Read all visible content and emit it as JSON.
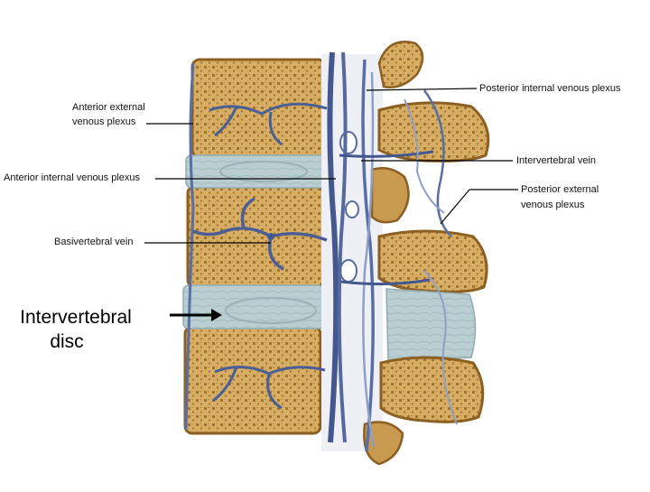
{
  "labels": {
    "anterior_external_line1": "Anterior external",
    "anterior_external_line2": "venous plexus",
    "anterior_internal": "Anterior internal venous plexus",
    "basivertebral": "Basivertebral vein",
    "posterior_internal": "Posterior internal venous plexus",
    "intervertebral_vein": "Intervertebral vein",
    "posterior_external_line1": "Posterior external",
    "posterior_external_line2": "venous plexus"
  },
  "annotation": {
    "line1": "Intervertebral",
    "line2": "disc"
  },
  "colors": {
    "bone": "#d9b36a",
    "bone_dark": "#a27733",
    "cortex": "#8c5f22",
    "disc": "#b8cdd0",
    "vein": "#44588f",
    "vein_light": "#8ea0c9"
  }
}
